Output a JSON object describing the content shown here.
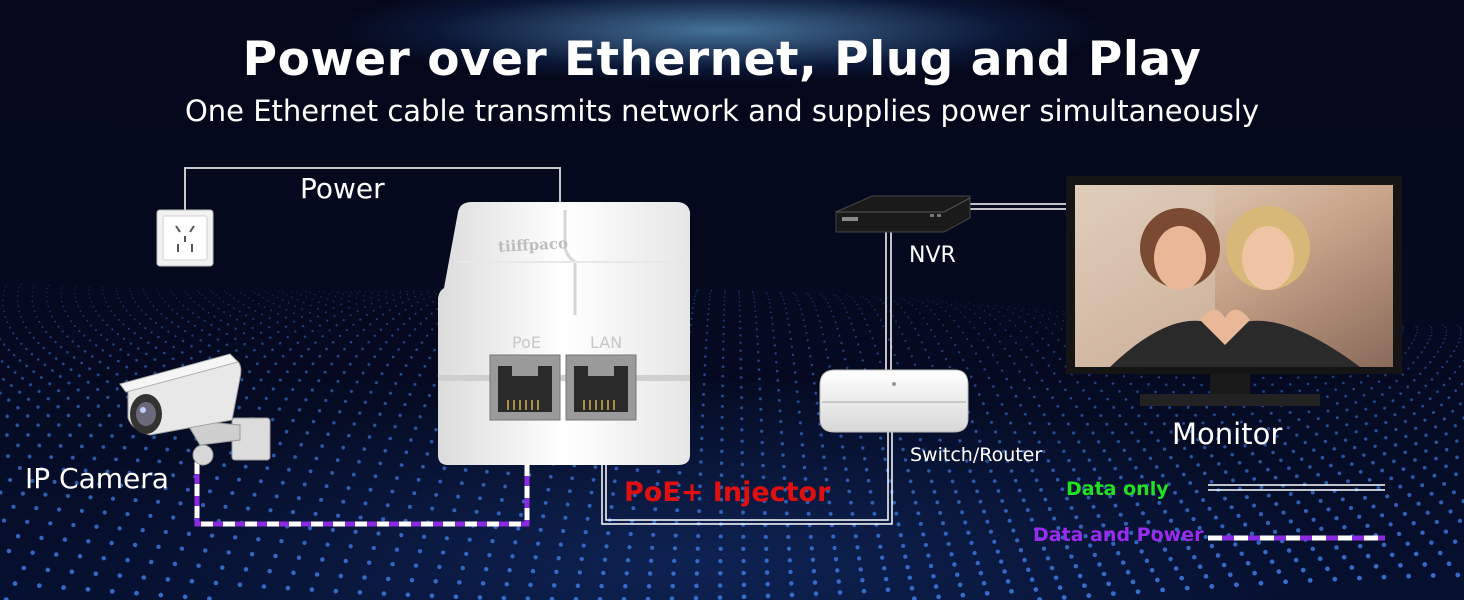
{
  "title": "Power over Ethernet, Plug and Play",
  "subtitle": "One Ethernet cable transmits network and supplies power simultaneously",
  "labels": {
    "power": "Power",
    "ip_camera": "IP Camera",
    "nvr": "NVR",
    "switch_router": "Switch/Router",
    "monitor": "Monitor",
    "injector": "PoE+ Injector"
  },
  "injector_device": {
    "brand": "tiiffpaco",
    "port_left": "PoE",
    "port_right": "LAN"
  },
  "legend": {
    "data_only": "Data only",
    "data_and_power": "Data and Power"
  },
  "colors": {
    "data_only_line": "#ffffff",
    "data_and_power_line": "#8a2be2",
    "injector_text": "#e01010",
    "data_only_text": "#22e022",
    "data_and_power_text": "#9a2cf0"
  },
  "icons": {
    "outlet": "wall-outlet-icon",
    "camera": "ip-camera-icon",
    "nvr": "nvr-icon",
    "switch": "switch-router-icon",
    "monitor": "monitor-icon",
    "injector": "poe-injector-icon"
  }
}
